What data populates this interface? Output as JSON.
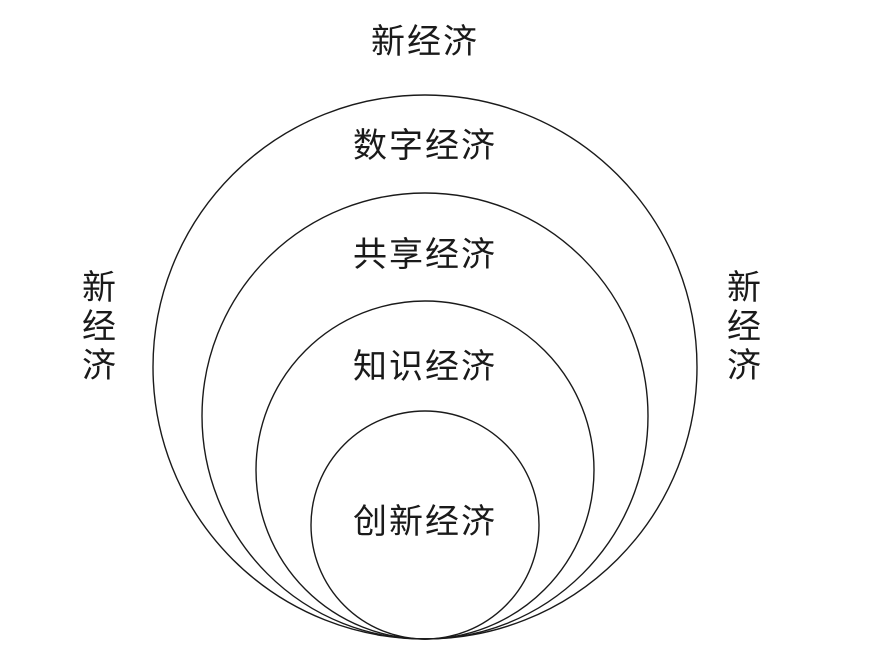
{
  "diagram": {
    "top_label": "新经济",
    "left_label": "新经济",
    "right_label": "新经济",
    "rings": [
      {
        "label": "数字经济"
      },
      {
        "label": "共享经济"
      },
      {
        "label": "知识经济"
      },
      {
        "label": "创新经济"
      }
    ]
  }
}
